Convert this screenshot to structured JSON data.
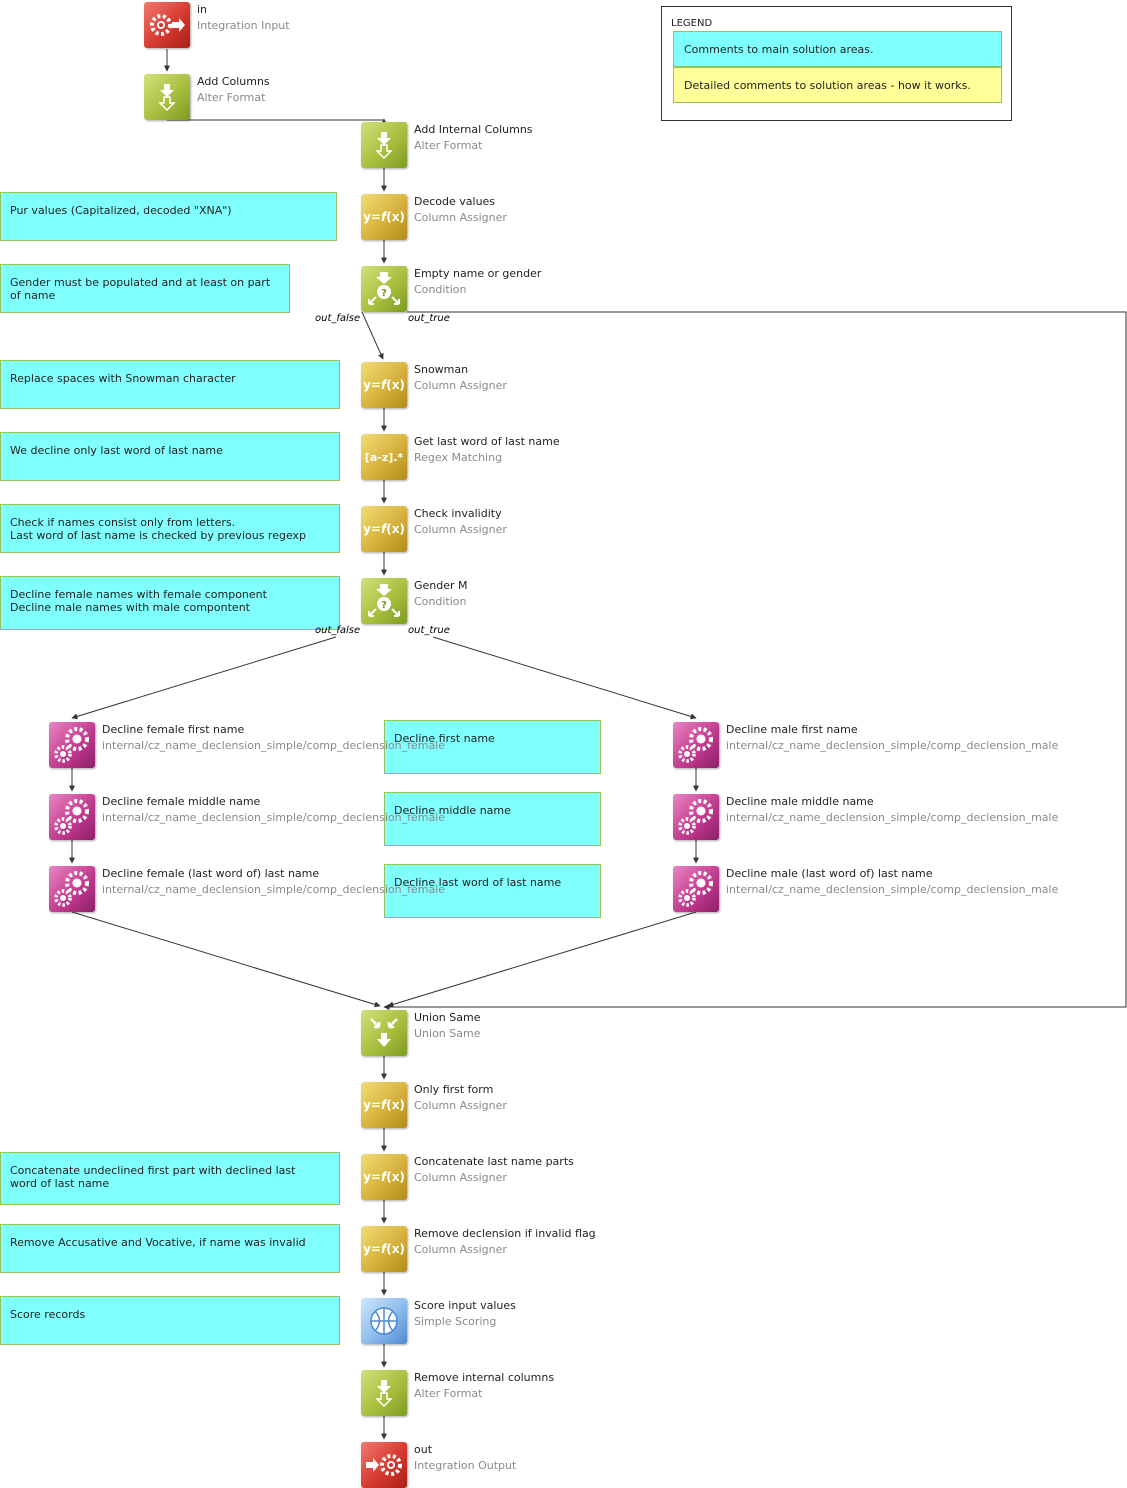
{
  "legend": {
    "title": "LEGEND",
    "main_label": "Comments to main solution areas.",
    "main_color": "#80ffff",
    "detail_label": "Detailed comments to solution areas - how it works.",
    "detail_color": "#ffff99"
  },
  "steps": [
    {
      "id": "in",
      "name": "in",
      "type": "Integration Input",
      "icon": "gear-in-icon"
    },
    {
      "id": "add_columns",
      "name": "Add Columns",
      "type": "Alter Format",
      "icon": "alter-format-icon"
    },
    {
      "id": "add_internal",
      "name": "Add Internal Columns",
      "type": "Alter Format",
      "icon": "alter-format-icon"
    },
    {
      "id": "decode",
      "name": "Decode values",
      "type": "Column Assigner",
      "icon": "function-icon"
    },
    {
      "id": "empty_cond",
      "name": "Empty name or gender",
      "type": "Condition",
      "icon": "condition-icon"
    },
    {
      "id": "snowman",
      "name": "Snowman",
      "type": "Column Assigner",
      "icon": "function-icon"
    },
    {
      "id": "last_word",
      "name": "Get last word of last name",
      "type": "Regex Matching",
      "icon": "regex-icon"
    },
    {
      "id": "check_inv",
      "name": "Check invalidity",
      "type": "Column Assigner",
      "icon": "function-icon"
    },
    {
      "id": "gender_m",
      "name": "Gender M",
      "type": "Condition",
      "icon": "condition-icon"
    },
    {
      "id": "f_first",
      "name": "Decline female first name",
      "type": "internal/cz_name_declension_simple/comp_declension_female",
      "icon": "component-gear-icon"
    },
    {
      "id": "f_middle",
      "name": "Decline female middle name",
      "type": "internal/cz_name_declension_simple/comp_declension_female",
      "icon": "component-gear-icon"
    },
    {
      "id": "f_last",
      "name": "Decline female (last word of) last name",
      "type": "internal/cz_name_declension_simple/comp_declension_female",
      "icon": "component-gear-icon"
    },
    {
      "id": "m_first",
      "name": "Decline male first name",
      "type": "internal/cz_name_declension_simple/comp_declension_male",
      "icon": "component-gear-icon"
    },
    {
      "id": "m_middle",
      "name": "Decline male middle name",
      "type": "internal/cz_name_declension_simple/comp_declension_male",
      "icon": "component-gear-icon"
    },
    {
      "id": "m_last",
      "name": "Decline male (last word of) last name",
      "type": "internal/cz_name_declension_simple/comp_declension_male",
      "icon": "component-gear-icon"
    },
    {
      "id": "union",
      "name": "Union Same",
      "type": "Union Same",
      "icon": "union-icon"
    },
    {
      "id": "only_first",
      "name": "Only first form",
      "type": "Column Assigner",
      "icon": "function-icon"
    },
    {
      "id": "concat",
      "name": "Concatenate last name parts",
      "type": "Column Assigner",
      "icon": "function-icon"
    },
    {
      "id": "remove_decl",
      "name": "Remove declension if invalid flag",
      "type": "Column Assigner",
      "icon": "function-icon"
    },
    {
      "id": "score",
      "name": "Score input values",
      "type": "Simple Scoring",
      "icon": "scoring-icon"
    },
    {
      "id": "remove_internal",
      "name": "Remove internal columns",
      "type": "Alter Format",
      "icon": "alter-format-icon"
    },
    {
      "id": "out",
      "name": "out",
      "type": "Integration Output",
      "icon": "gear-out-icon"
    }
  ],
  "comments": [
    {
      "id": "c_decode",
      "text": "Pur values (Capitalized, decoded \"XNA\")"
    },
    {
      "id": "c_gender",
      "text": "Gender must be populated and at least on part of name"
    },
    {
      "id": "c_snowman",
      "text": "Replace spaces with Snowman character"
    },
    {
      "id": "c_lastword",
      "text": "We decline only last word of last name"
    },
    {
      "id": "c_check",
      "text": "Check if names consist only from letters.\nLast word of last name is checked by previous regexp"
    },
    {
      "id": "c_decline",
      "text": "Decline female names with female component\nDecline male names with male compontent"
    },
    {
      "id": "c_first",
      "text": "Decline first name"
    },
    {
      "id": "c_middle",
      "text": "Decline middle name"
    },
    {
      "id": "c_last",
      "text": "Decline last word of last name"
    },
    {
      "id": "c_concat",
      "text": "Concatenate undeclined first part with declined last\nword of last name"
    },
    {
      "id": "c_remove",
      "text": "Remove Accusative and Vocative, if name was invalid"
    },
    {
      "id": "c_score",
      "text": "Score records"
    }
  ],
  "port_labels": {
    "out_false": "out_false",
    "out_true": "out_true"
  }
}
